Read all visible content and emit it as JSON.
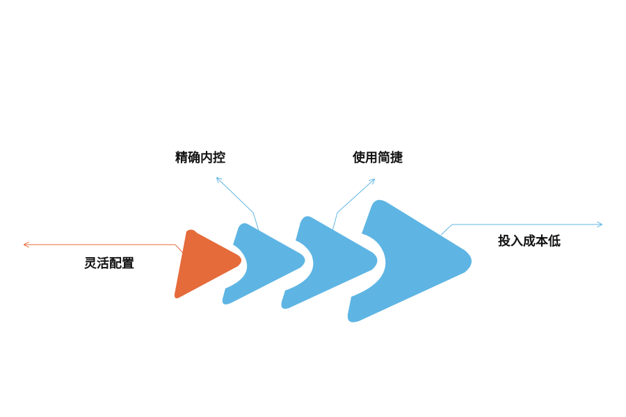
{
  "diagram": {
    "labels": {
      "flexible_config": "灵活配置",
      "precise_control": "精确内控",
      "easy_to_use": "使用简捷",
      "low_investment": "投入成本低"
    },
    "colors": {
      "orange": "#E56B3B",
      "blue": "#5EB5E3",
      "text": "#111111",
      "background": "#FFFFFF"
    },
    "icons": {
      "arrow-head": "arrow"
    }
  }
}
